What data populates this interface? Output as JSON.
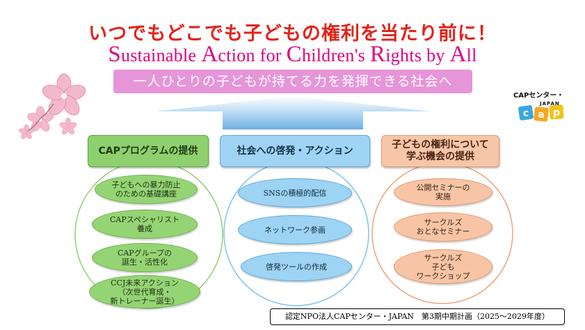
{
  "headline": "いつでもどこでも子どもの権利を当たり前に！",
  "subline": {
    "words": [
      {
        "cap": "S",
        "rest": "ustainable "
      },
      {
        "cap": "A",
        "rest": "ction for "
      },
      {
        "cap": "C",
        "rest": "hildren's "
      },
      {
        "cap": "R",
        "rest": "ights by "
      },
      {
        "cap": "A",
        "rest": "ll"
      }
    ]
  },
  "vision": "一人ひとりの子どもが持てる力を発揮できる社会へ",
  "logo": {
    "text": "CAPセンター・",
    "sub": "JAPAN",
    "letters": [
      "c",
      "a",
      "p"
    ]
  },
  "pillars": [
    {
      "title": "CAPプログラムの提供",
      "items": [
        "子どもへの暴力防止\nのための基礎講座",
        "CAPスペシャリスト\n養成",
        "CAPグループの\n誕生・活性化",
        "CCJ未来アクション\n（次世代育成・\n新トレーナー誕生）"
      ]
    },
    {
      "title": "社会への啓発・アクション",
      "items": [
        "SNSの積極的配信",
        "ネットワーク参画",
        "啓発ツールの作成"
      ]
    },
    {
      "title": "子どもの権利について\n学ぶ機会の提供",
      "items": [
        "公開セミナーの\n実施",
        "サークルズ\nおとなセミナー",
        "サークルズ\n子ども\nワークショップ"
      ]
    }
  ],
  "footer": "認定NPO法人CAPセンター・JAPAN　第3期中期計画（2025～2029年度）",
  "colors": {
    "headline": "#e2231a",
    "subline": "#e0007f",
    "vision_bg": "#e695d8",
    "green": "#8fd06e",
    "blue": "#9fd4f4",
    "orange": "#f7c6a8",
    "arrow": "#7fb8e6",
    "sakura": "#f4b8cc"
  },
  "icons": [
    "sakura-blossom-icon",
    "cap-logo-icon",
    "up-arrow-icon"
  ]
}
